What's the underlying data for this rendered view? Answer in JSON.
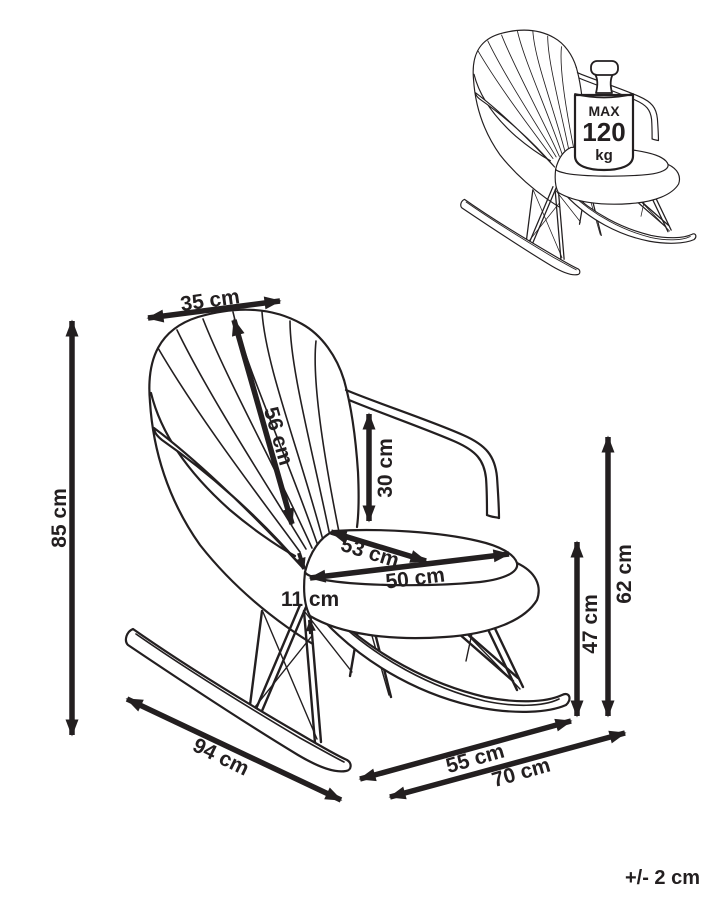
{
  "figure": {
    "type": "product-dimensions-diagram",
    "product": "rocking-chair",
    "units": "cm",
    "line_color": "#231f20",
    "background_color": "#ffffff",
    "dimensions": {
      "backrest_top_width": "35 cm",
      "backrest_length": "56 cm",
      "armrest_above_seat": "30 cm",
      "seat_depth": "53 cm",
      "seat_width": "50 cm",
      "seat_thickness": "11 cm",
      "overall_height": "85 cm",
      "seat_height": "47 cm",
      "armrest_height": "62 cm",
      "overall_depth": "94 cm",
      "base_depth": "55 cm",
      "base_overall_depth": "70 cm"
    },
    "max_load": {
      "prefix": "MAX",
      "value": "120",
      "unit": "kg"
    },
    "tolerance": "+/- 2 cm"
  }
}
